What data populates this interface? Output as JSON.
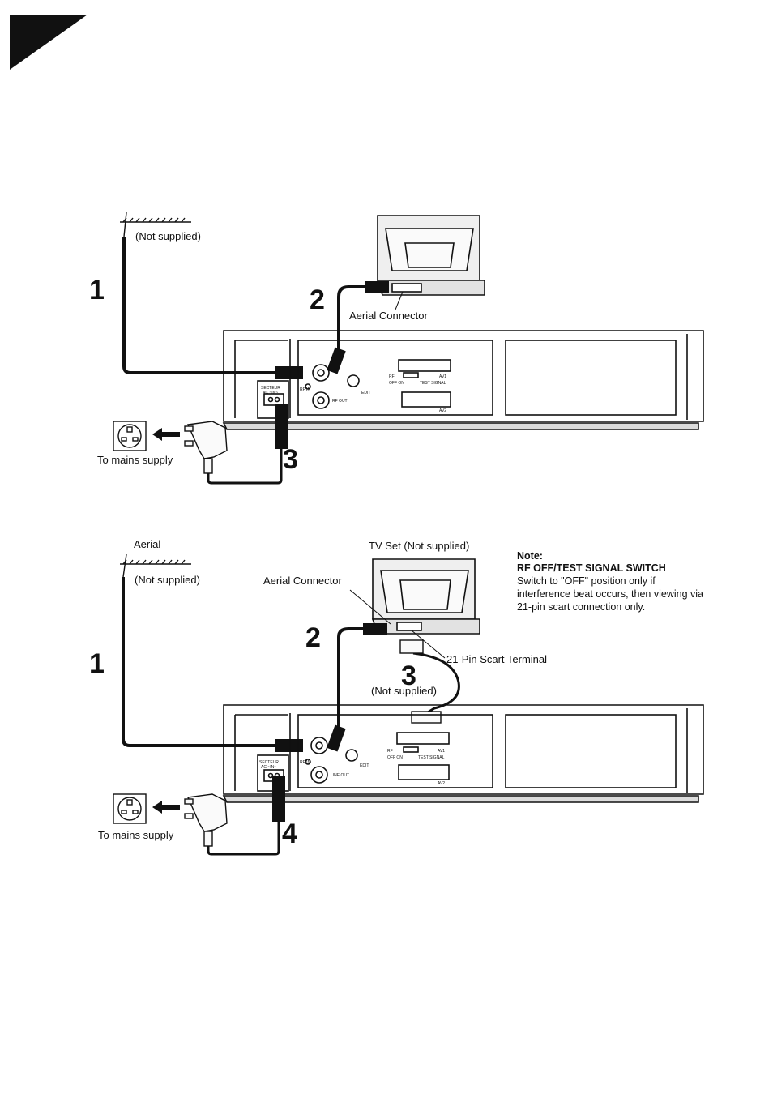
{
  "diagram1": {
    "aerial_label": "(Not supplied)",
    "tv_connector_label": "Aerial Connector",
    "mains_label": "To mains supply",
    "step1": "1",
    "step2": "2",
    "step3": "3",
    "panel_secteur": "SECTEUR",
    "panel_ac": "AC ~IN~",
    "panel_rf_in": "RF IN",
    "panel_rf_out": "RF OUT",
    "panel_rf": "RF",
    "panel_off_on": "OFF ON",
    "panel_test_signal": "TEST SIGNAL",
    "panel_av1": "AV1",
    "panel_av2": "AV2",
    "panel_edit": "EDIT"
  },
  "diagram2": {
    "aerial_title": "Aerial",
    "aerial_label": "(Not supplied)",
    "tv_label": "TV Set (Not supplied)",
    "aerial_connector_label": "Aerial Connector",
    "scart_terminal_label": "21-Pin Scart Terminal",
    "scart_cable_label": "(Not supplied)",
    "mains_label": "To mains supply",
    "step1": "1",
    "step2": "2",
    "step3": "3",
    "step4": "4",
    "panel_secteur": "SECTEUR",
    "panel_ac": "AC ~IN~",
    "panel_rf_in": "RF IN",
    "panel_line_out": "LINE OUT",
    "panel_rf": "RF",
    "panel_off_on": "OFF ON",
    "panel_test_signal": "TEST SIGNAL",
    "panel_av1": "AV1",
    "panel_av2": "AV2",
    "panel_edit": "EDIT"
  },
  "note": {
    "heading": "Note:",
    "title": "RF OFF/TEST SIGNAL SWITCH",
    "line1": "Switch to \"OFF\" position only if",
    "line2": "interference beat occurs, then viewing via",
    "line3": "21-pin scart connection only."
  },
  "icons": [
    "corner-triangle-icon",
    "aerial-icon",
    "tv-icon",
    "vcr-icon",
    "mains-socket-icon",
    "plug-icon",
    "arrow-left-icon",
    "scart-plug-icon"
  ],
  "colors": {
    "ink": "#111111",
    "paper": "#ffffff",
    "shade": "#dcdcdc"
  }
}
